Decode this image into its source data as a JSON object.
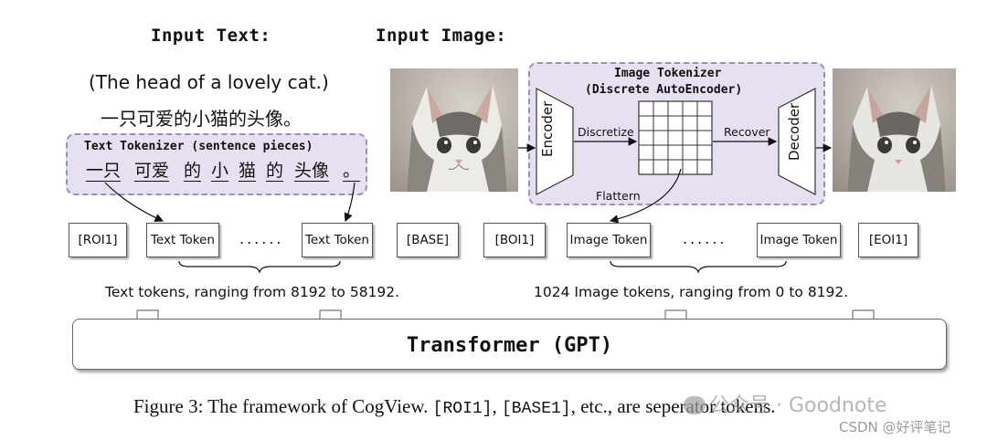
{
  "headings": {
    "input_text": "Input Text:",
    "input_image": "Input Image:"
  },
  "input_text": {
    "english": "(The head of a lovely cat.)",
    "chinese": "一只可爱的小猫的头像。"
  },
  "text_tokenizer": {
    "title": "Text Tokenizer (sentence pieces)",
    "pieces": [
      "一只",
      "可爱",
      "的",
      "小",
      "猫",
      "的",
      "头像",
      "。"
    ]
  },
  "image_tokenizer": {
    "title": "Image Tokenizer",
    "subtitle": "(Discrete AutoEncoder)",
    "encoder": "Encoder",
    "decoder": "Decoder",
    "discretize": "Discretize",
    "recover": "Recover",
    "flattern": "Flattern"
  },
  "tokens": {
    "roi1": "[ROI1]",
    "text_token_1": "Text Token",
    "dots_1": "......",
    "text_token_2": "Text Token",
    "base": "[BASE]",
    "boi1": "[BOI1]",
    "image_token_1": "Image Token",
    "dots_2": "......",
    "image_token_2": "Image Token",
    "eoi1": "[EOI1]"
  },
  "captions": {
    "text_tokens": "Text tokens, ranging from 8192 to 58192.",
    "image_tokens": "1024 Image tokens, ranging from 0 to 8192."
  },
  "transformer": {
    "label": "Transformer (GPT)"
  },
  "figure_caption": {
    "prefix": "Figure 3: The framework of CogView.",
    "code_1": "[ROI1]",
    "comma": ",",
    "code_2": "[BASE1]",
    "suffix": ", etc., are seperator tokens."
  },
  "watermarks": {
    "wechat": "公众号 · Goodnote",
    "csdn": "CSDN @好评笔记"
  },
  "colors": {
    "tokenizer_fill": "#e6e0f0",
    "tokenizer_border": "#9b8fb8",
    "token_border": "#555555"
  }
}
